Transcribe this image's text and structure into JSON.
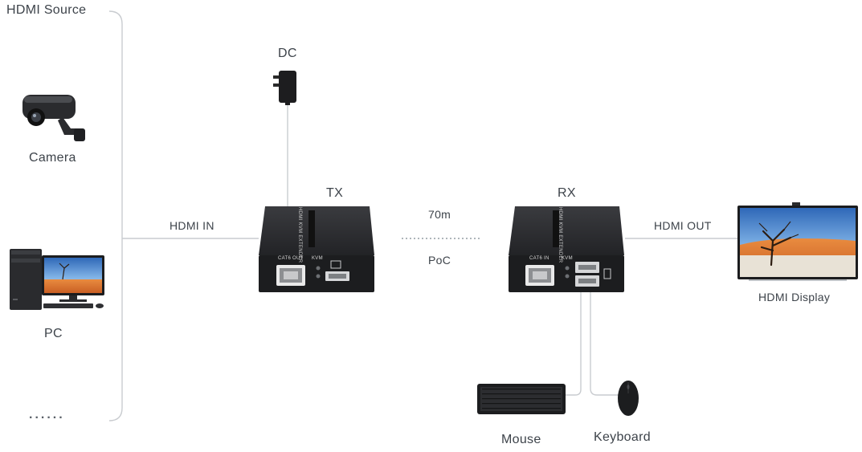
{
  "source_panel": {
    "title": "HDMI Source",
    "devices": [
      {
        "label": "Camera",
        "icon": "cctv-camera-icon"
      },
      {
        "label": "PC",
        "icon": "desktop-pc-icon"
      }
    ],
    "more": "......"
  },
  "links": {
    "hdmi_in": "HDMI IN",
    "hdmi_out": "HDMI OUT",
    "distance": "70m",
    "poe": "PoC",
    "power": "DC"
  },
  "transmitter": {
    "label": "TX",
    "port_rj45": "CAT6 OUT",
    "port_kvm": "KVM",
    "side_text": "HDMI KVM EXTENDER"
  },
  "receiver": {
    "label": "RX",
    "port_rj45": "CAT6 IN",
    "port_kvm": "KVM",
    "side_text": "HDMI KVM EXTENDER"
  },
  "display": {
    "label": "HDMI Display",
    "icon": "tv-display-icon"
  },
  "peripherals": [
    {
      "label": "Mouse",
      "icon": "keyboard-icon"
    },
    {
      "label": "Keyboard",
      "icon": "mouse-icon"
    }
  ],
  "colors": {
    "line": "#c9ccd0",
    "cable": "#39b9e6",
    "device_body": "#2b2c2f",
    "device_face": "#1c1d1f"
  }
}
